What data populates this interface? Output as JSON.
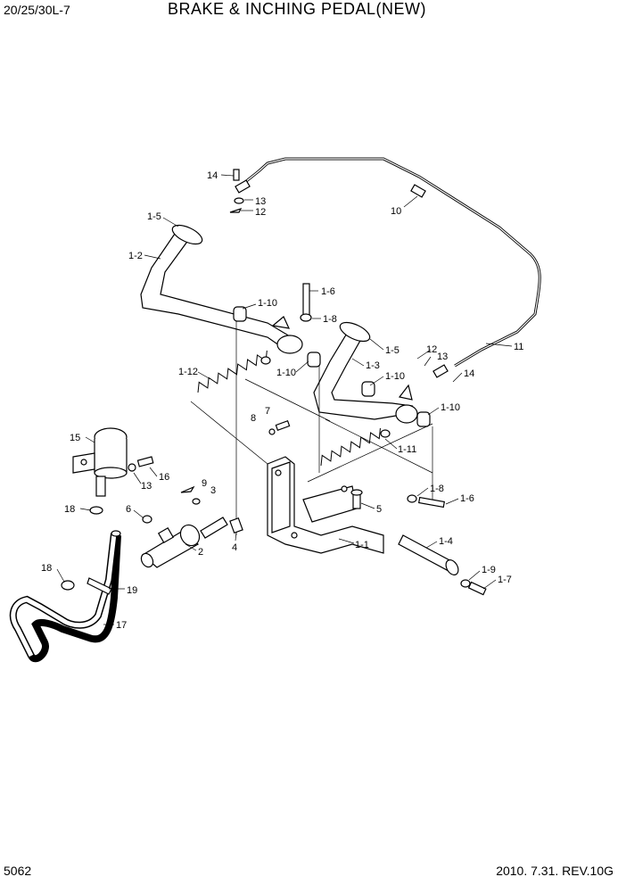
{
  "header": {
    "model": "20/25/30L-7",
    "title": "BRAKE & INCHING PEDAL(NEW)"
  },
  "footer": {
    "page_number": "5062",
    "revision": "2010. 7.31.  REV.10G"
  },
  "callouts": {
    "c14a": "14",
    "c13a": "13",
    "c12a": "12",
    "c10": "10",
    "c1_5a": "1-5",
    "c1_2": "1-2",
    "c1_6a": "1-6",
    "c1_10a": "1-10",
    "c1_8a": "1-8",
    "c11": "11",
    "c1_5b": "1-5",
    "c12b": "12",
    "c13b": "13",
    "c1_3": "1-3",
    "c1_10b": "1-10",
    "c14b": "14",
    "c1_12": "1-12",
    "c1_10c": "1-10",
    "c1_10d": "1-10",
    "c7": "7",
    "c8": "8",
    "c1_11": "1-11",
    "c15": "15",
    "c16": "16",
    "c13c": "13",
    "c9": "9",
    "c3": "3",
    "c1_8b": "1-8",
    "c1_6b": "1-6",
    "c18a": "18",
    "c6": "6",
    "c5": "5",
    "c2": "2",
    "c4": "4",
    "c1_1": "1-1",
    "c1_4": "1-4",
    "c18b": "18",
    "c19": "19",
    "c1_9": "1-9",
    "c1_7": "1-7",
    "c17": "17"
  }
}
